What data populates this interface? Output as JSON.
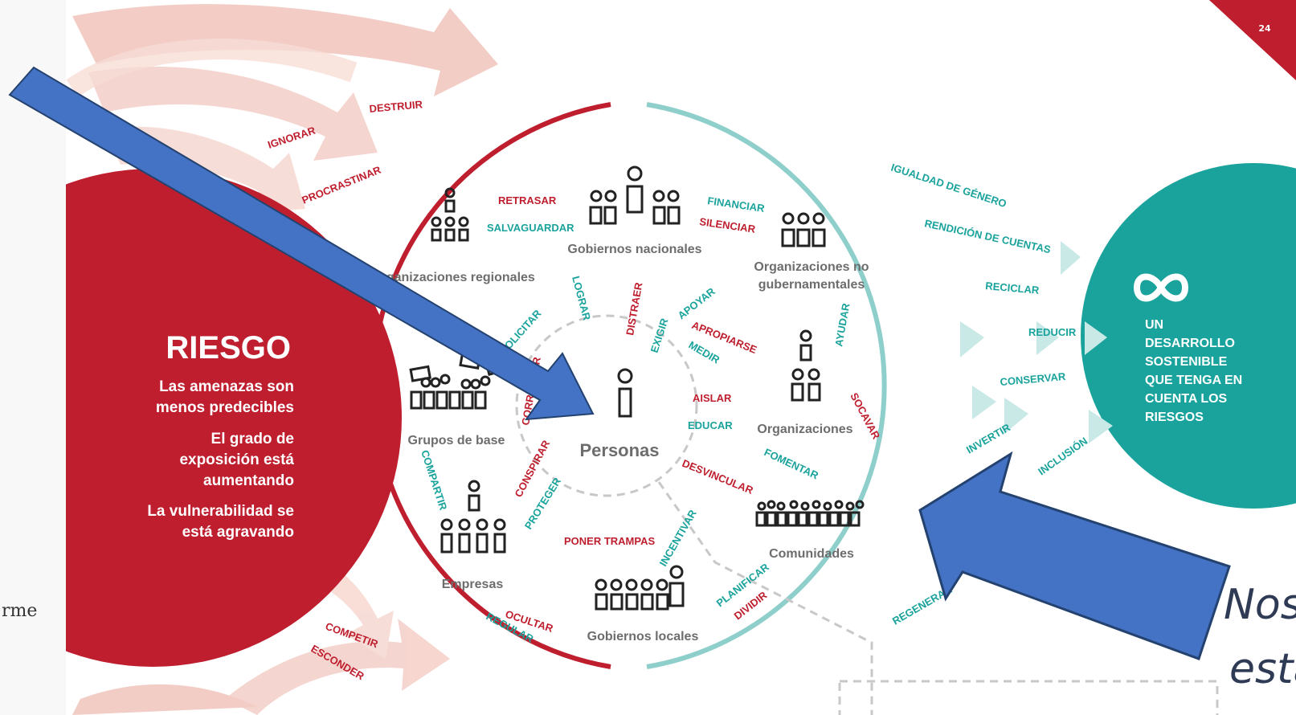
{
  "page": {
    "number": "24"
  },
  "colors": {
    "red": "#be1e2d",
    "teal": "#1aa39c",
    "arrow_blue": "#4472c4",
    "arrow_border": "#24426f",
    "gray_text": "#6d6d6d"
  },
  "risk": {
    "title": "RIESGO",
    "lines": [
      "Las amenazas son",
      "menos predecibles",
      "El grado de",
      "exposición está",
      "aumentando",
      "La vulnerabilidad se",
      "está agravando"
    ]
  },
  "outcome": {
    "icon": "infinity-icon",
    "lines": [
      "UN",
      "DESARROLLO",
      "SOSTENIBLE",
      "QUE TENGA EN",
      "CUENTA LOS",
      "RIESGOS"
    ]
  },
  "actors": {
    "center": "Personas",
    "regional": "Organizaciones regionales",
    "national": "Gobiernos nacionales",
    "ngo": [
      "Organizaciones no",
      "gubernamentales"
    ],
    "grassroots": "Grupos de base",
    "organizations": "Organizaciones",
    "companies": "Empresas",
    "communities": "Comunidades",
    "local": "Gobiernos locales"
  },
  "verbs_red": {
    "destruir": "DESTRUIR",
    "ignorar": "IGNORAR",
    "procrastinar": "PROCRASTINAR",
    "retrasar": "RETRASAR",
    "silenciar": "SILENCIAR",
    "distraer": "DISTRAER",
    "apropiarse": "APROPIARSE",
    "aislar": "AISLAR",
    "socavar": "SOCAVAR",
    "corromper": "CORROMPER",
    "conspirar": "CONSPIRAR",
    "desvincular": "DESVINCULAR",
    "poner_trampas": "PONER TRAMPAS",
    "ocultar": "OCULTAR",
    "dividir": "DIVIDIR",
    "competir": "COMPETIR",
    "esconder": "ESCONDER"
  },
  "verbs_teal": {
    "salvaguardar": "SALVAGUARDAR",
    "financiar": "FINANCIAR",
    "lograr": "LOGRAR",
    "solicitar": "SOLICITAR",
    "exigir": "EXIGIR",
    "apoyar": "APOYAR",
    "medir": "MEDIR",
    "ayudar": "AYUDAR",
    "educar": "EDUCAR",
    "fomentar": "FOMENTAR",
    "compartir": "COMPARTIR",
    "proteger": "PROTEGER",
    "incentivar": "INCENTIVAR",
    "planificar": "PLANIFICAR",
    "regular": "REGULAR",
    "igualdad": "IGUALDAD DE GÉNERO",
    "rendicion": "RENDICIÓN DE CUENTAS",
    "reciclar": "RECICLAR",
    "reducir": "REDUCIR",
    "conservar": "CONSERVAR",
    "invertir": "INVERTIR",
    "inclusion": "INCLUSIÓN",
    "regenerar": "REGENERAR"
  },
  "side_text": {
    "left_a": "rme",
    "left_b": "",
    "right_a": "Nos",
    "right_b": "esta"
  }
}
